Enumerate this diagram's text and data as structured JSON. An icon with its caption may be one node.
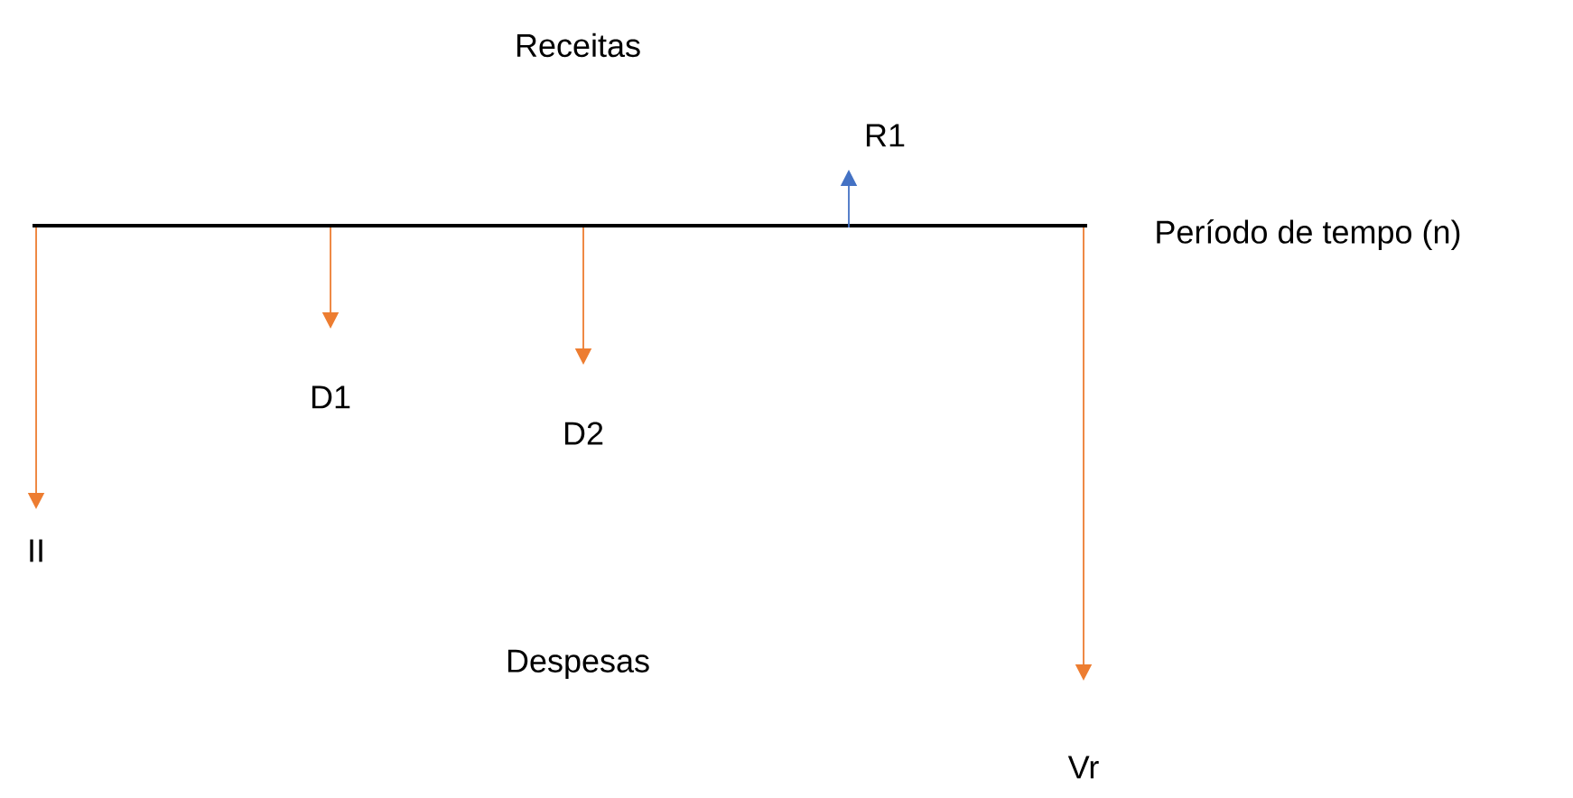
{
  "diagram": {
    "labels": [
      "Receitas",
      "R1",
      "Período de tempo (n)",
      "D1",
      "D2",
      "II",
      "Despesas",
      "Vr"
    ]
  }
}
